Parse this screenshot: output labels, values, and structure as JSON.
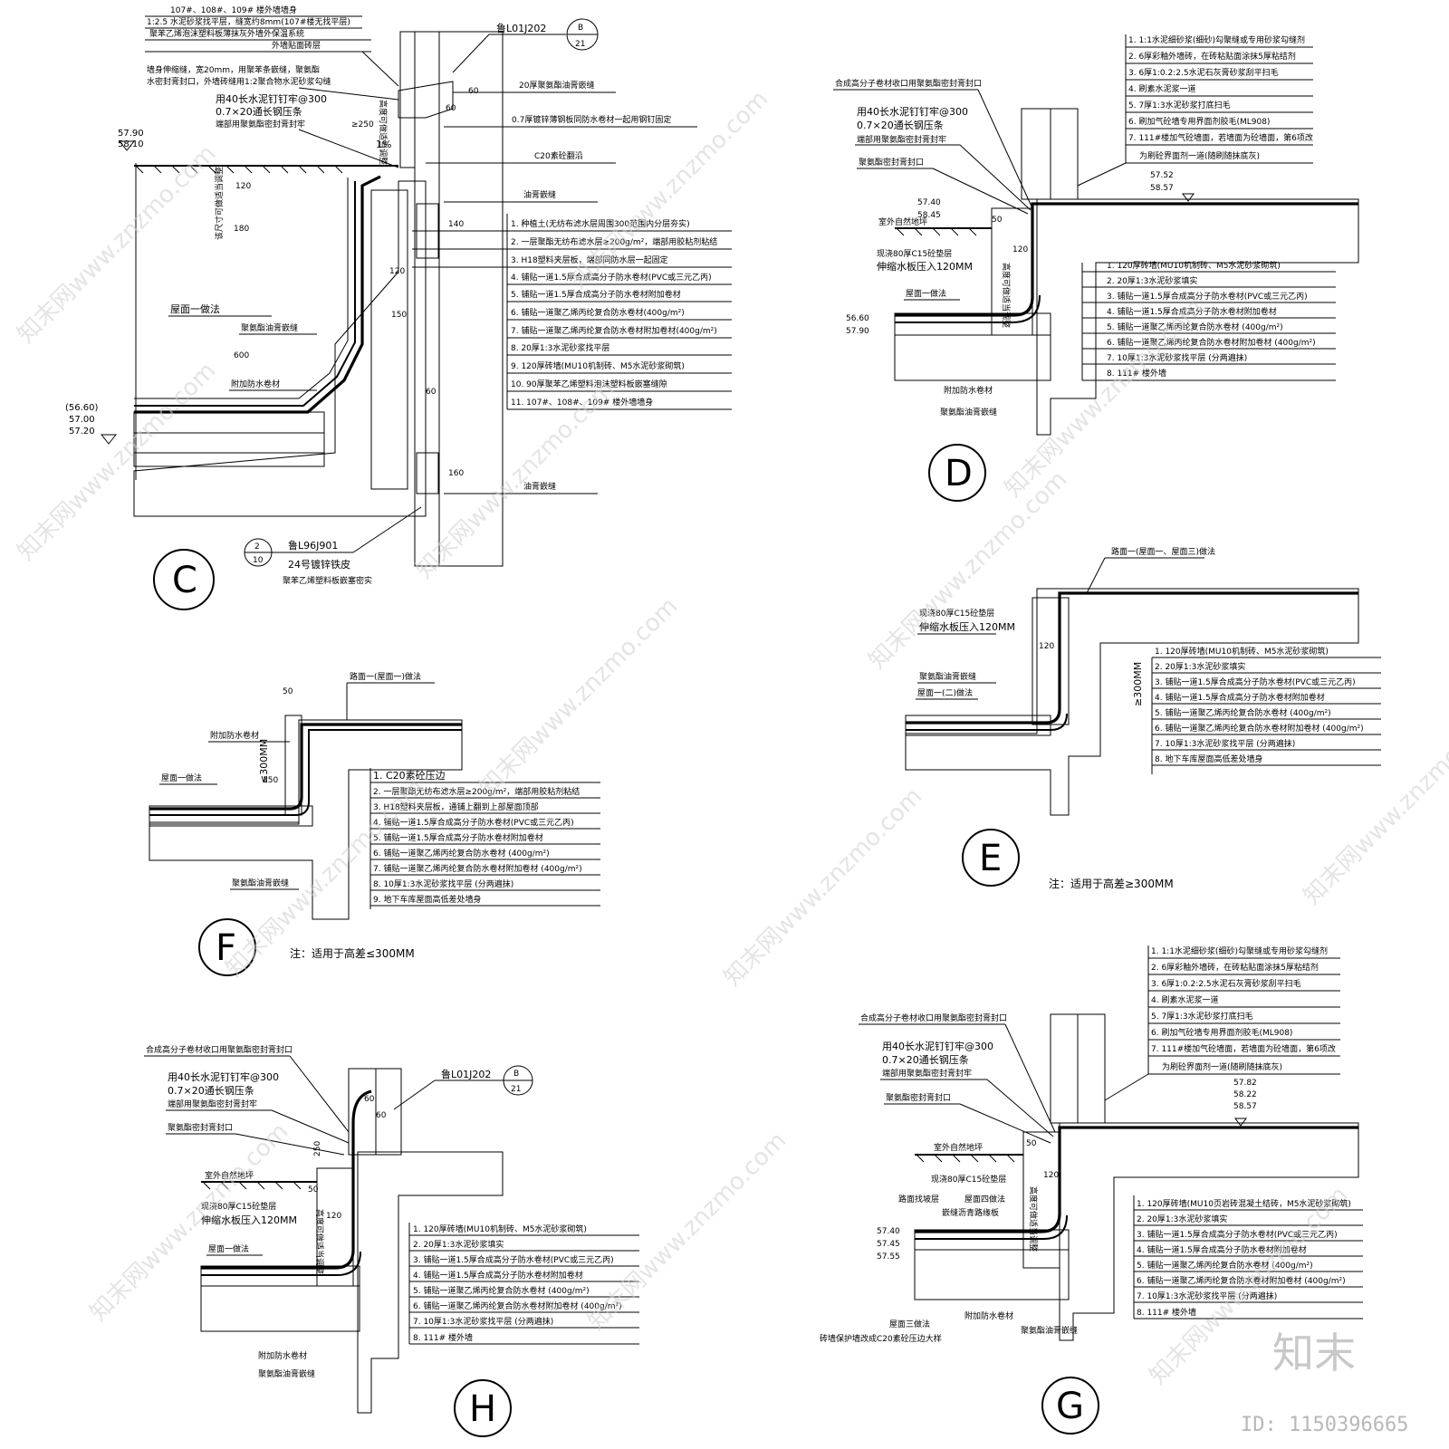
{
  "details": {
    "C": {
      "label": "C",
      "top_notes": [
        "107#、108#、109# 楼外墙墙身",
        "1:2.5 水泥砂浆找平层，缝宽约8mm(107#楼无找平层)",
        "聚苯乙烯泡沫塑料板薄抹灰外墙外保温系统",
        "外墙贴面砖层",
        "墙身伸缩缝，宽20mm，用聚苯条嵌缝，聚氨酯",
        "水密封膏封口，外墙砖缝用1:2聚合物水泥砂浆勾缝",
        "用40长水泥钉钉牢@300",
        "0.7×20通长钢压条",
        "端部用聚氨酯密封膏封牢"
      ],
      "right_notes": [
        "20厚聚氨酯油膏嵌缝",
        "0.7厚镀锌薄钢板同防水卷材一起用钢钉固定",
        "C20素砼翻沿",
        "油膏嵌缝",
        "油膏嵌缝"
      ],
      "ref_code": "鲁L01J202",
      "ref_top": "B",
      "ref_bottom": "21",
      "ref2_code": "鲁L96J901",
      "ref2_top": "2",
      "ref2_bottom": "10",
      "ref2_lines": [
        "24号镀锌铁皮",
        "聚苯乙烯塑料板嵌塞密实"
      ],
      "elevations_top": [
        "57.90",
        "58.10"
      ],
      "elevations_bottom": [
        "(56.60)",
        "57.00",
        "57.20"
      ],
      "dims": [
        "60",
        "60",
        "≥250",
        "1%",
        "120",
        "180",
        "140",
        "120",
        "150",
        "60",
        "600",
        "160"
      ],
      "vertical_note_1": "高度可做适当调整",
      "vertical_note_2": "该尺寸可做适当调整",
      "side_labels": [
        "屋面一做法",
        "聚氨酯油膏嵌缝",
        "附加防水卷材"
      ],
      "layers": [
        "1. 种植土(无纺布滤水层周围300范围内分层夯实)",
        "2. 一层聚酯无纺布滤水层≥200g/m²，端部用胶粘剂粘结",
        "3. H18塑料夹层板，端部同防水层一起固定",
        "4. 铺贴一道1.5厚合成高分子防水卷材(PVC或三元乙丙)",
        "5. 铺贴一道1.5厚合成高分子防水卷材附加卷材",
        "6. 铺贴一道聚乙烯丙纶复合防水卷材(400g/m²)",
        "7. 铺贴一道聚乙烯丙纶复合防水卷材附加卷材(400g/m²)",
        "8. 20厚1:3水泥砂浆找平层",
        "9. 120厚砖墙(MU10机制砖、M5水泥砂浆砌筑)",
        "10. 90厚聚苯乙烯塑料泡沫塑料板嵌塞缝隙",
        "11. 107#、108#、109# 楼外墙墙身"
      ]
    },
    "D": {
      "label": "D",
      "top_layers": [
        "1. 1:1水泥细砂浆(细砂)勾聚缝或专用砂浆勾缝剂",
        "2. 6厚彩釉外墙砖，在砖粘贴面涂抹5厚粘结剂",
        "3. 6厚1:0.2:2.5水泥石灰膏砂浆刮平扫毛",
        "4. 刷素水泥浆一道",
        "5. 7厚1:3水泥砂浆打底扫毛",
        "6. 刷加气砼墙专用界面剂胶毛(ML908)",
        "7. 111#楼加气砼墙面，若墙面为砼墙面，第6项改",
        "为刷砼界面剂一道(随刷随抹底灰)"
      ],
      "notes": [
        "合成高分子卷材收口用聚氨酯密封膏封口",
        "用40长水泥钉钉牢@300",
        "0.7×20通长钢压条",
        "端部用聚氨酯密封膏封牢",
        "聚氨酯密封膏封口"
      ],
      "ground_label": "室外自然地坪",
      "slab_note_1": "现浇80厚C15砼垫层",
      "slab_note_2": "伸缩水板压入120MM",
      "roof_label": "屋面一做法",
      "bottom_labels": [
        "附加防水卷材",
        "聚氨酯油膏嵌缝"
      ],
      "vertical_note": "高度可做适当调整",
      "elev_top": [
        "57.52",
        "58.57"
      ],
      "elev_mid": [
        "57.40",
        "58.45"
      ],
      "elev_low": [
        "56.60",
        "57.90"
      ],
      "dims": [
        "50",
        "120"
      ],
      "layers": [
        "1. 120厚砖墙(MU10机制砖、M5水泥砂浆砌筑)",
        "2. 20厚1:3水泥砂浆填实",
        "3. 铺贴一道1.5厚合成高分子防水卷材(PVC或三元乙丙)",
        "4. 铺贴一道1.5厚合成高分子防水卷材附加卷材",
        "5. 铺贴一道聚乙烯丙纶复合防水卷材 (400g/m²)",
        "6. 铺贴一道聚乙烯丙纶复合防水卷材附加卷材 (400g/m²)",
        "7. 10厚1:3水泥砂浆找平层 (分两遍抹)",
        "8. 111# 楼外墙"
      ]
    },
    "E": {
      "label": "E",
      "top_note": "路面一(屋面一、屋面三)做法",
      "slab_note_1": "现浇80厚C15砼垫层",
      "slab_note_2": "伸缩水板压入120MM",
      "side_labels": [
        "聚氨酯油膏嵌缝",
        "屋面一(二)做法"
      ],
      "dims": [
        "120",
        "≥300MM"
      ],
      "layers": [
        "1. 120厚砖墙(MU10机制砖、M5水泥砂浆砌筑)",
        "2. 20厚1:3水泥砂浆填实",
        "3. 铺贴一道1.5厚合成高分子防水卷材(PVC或三元乙丙)",
        "4. 铺贴一道1.5厚合成高分子防水卷材附加卷材",
        "5. 铺贴一道聚乙烯丙纶复合防水卷材 (400g/m²)",
        "6. 铺贴一道聚乙烯丙纶复合防水卷材附加卷材 (400g/m²)",
        "7. 10厚1:3水泥砂浆找平层 (分两遍抹)",
        "8. 地下车库屋面高低差处墙身"
      ],
      "footnote": "注：适用于高差≥300MM"
    },
    "F": {
      "label": "F",
      "top_note": "路面一(屋面一)做法",
      "side_labels": [
        "附加防水卷材",
        "屋面一做法",
        "聚氨酯油膏嵌缝"
      ],
      "dims": [
        "50",
        "≤300MM",
        "150"
      ],
      "layers": [
        "1. C20素砼压边",
        "2. 一层聚酯无纺布滤水层≥200g/m²，端部用胶粘剂粘结",
        "3. H18塑料夹层板，通铺上翻到上部屋面顶部",
        "4. 铺贴一道1.5厚合成高分子防水卷材(PVC或三元乙丙)",
        "5. 铺贴一道1.5厚合成高分子防水卷材附加卷材",
        "6. 铺贴一道聚乙烯丙纶复合防水卷材 (400g/m²)",
        "7. 铺贴一道聚乙烯丙纶复合防水卷材附加卷材 (400g/m²)",
        "8. 10厚1:3水泥砂浆找平层 (分两遍抹)",
        "9. 地下车库屋面高低差处墙身"
      ],
      "footnote": "注：适用于高差≤300MM"
    },
    "H": {
      "label": "H",
      "notes": [
        "合成高分子卷材收口用聚氨酯密封膏封口",
        "用40长水泥钉钉牢@300",
        "0.7×20通长钢压条",
        "端部用聚氨酯密封膏封牢",
        "聚氨酯密封膏封口"
      ],
      "ref_code": "鲁L01J202",
      "ref_top": "B",
      "ref_bottom": "21",
      "ground_label": "室外自然地坪",
      "slab_note_1": "现浇80厚C15砼垫层",
      "slab_note_2": "伸缩水板压入120MM",
      "roof_label": "屋面一做法",
      "bottom_labels": [
        "附加防水卷材",
        "聚氨酯油膏嵌缝"
      ],
      "vertical_note": "高度可做适当调整",
      "dims": [
        "60",
        "60",
        "250",
        "50",
        "120"
      ],
      "layers": [
        "1. 120厚砖墙(MU10机制砖、M5水泥砂浆砌筑)",
        "2. 20厚1:3水泥砂浆填实",
        "3. 铺贴一道1.5厚合成高分子防水卷材(PVC或三元乙丙)",
        "4. 铺贴一道1.5厚合成高分子防水卷材附加卷材",
        "5. 铺贴一道聚乙烯丙纶复合防水卷材 (400g/m²)",
        "6. 铺贴一道聚乙烯丙纶复合防水卷材附加卷材 (400g/m²)",
        "7. 10厚1:3水泥砂浆找平层 (分两遍抹)",
        "8. 111# 楼外墙"
      ]
    },
    "G": {
      "label": "G",
      "top_layers": [
        "1. 1:1水泥细砂浆(细砂)勾聚缝或专用砂浆勾缝剂",
        "2. 6厚彩釉外墙砖，在砖粘贴面涂抹5厚粘结剂",
        "3. 6厚1:0.2:2.5水泥石灰膏砂浆刮平扫毛",
        "4. 刷素水泥浆一道",
        "5. 7厚1:3水泥砂浆打底扫毛",
        "6. 刷加气砼墙专用界面剂胶毛(ML908)",
        "7. 111#楼加气砼墙面，若墙面为砼墙面，第6项改",
        "为刷砼界面剂一道(随刷随抹底灰)"
      ],
      "notes": [
        "合成高分子卷材收口用聚氨酯密封膏封口",
        "用40长水泥钉钉牢@300",
        "0.7×20通长钢压条",
        "端部用聚氨酯密封膏封牢",
        "聚氨酯密封膏封口"
      ],
      "ground_label": "室外自然地坪",
      "slab_note": "现浇80厚C15砼垫层",
      "road_labels": [
        "路面找坡层",
        "屋面四做法",
        "嵌缝沥青路缘板"
      ],
      "elev_top": [
        "57.82",
        "58.22",
        "58.57"
      ],
      "elev_left": [
        "57.40",
        "57.45",
        "57.55"
      ],
      "bottom_labels": [
        "屋面三做法",
        "附加防水卷材",
        "聚氨酯油膏嵌缝"
      ],
      "bottom_note": "砖墙保护墙改成C20素砼压边大样",
      "vertical_note": "高度可做适当调整",
      "dims": [
        "50",
        "120"
      ],
      "layers": [
        "1. 120厚砖墙(MU10页岩砖混凝土结砖，M5水泥砂浆砌筑)",
        "2. 20厚1:3水泥砂浆填实",
        "3. 铺贴一道1.5厚合成高分子防水卷材(PVC或三元乙丙)",
        "4. 铺贴一道1.5厚合成高分子防水卷材附加卷材",
        "5. 铺贴一道聚乙烯丙纶复合防水卷材 (400g/m²)",
        "6. 铺贴一道聚乙烯丙纶复合防水卷材附加卷材 (400g/m²)",
        "7. 10厚1:3水泥砂浆找平层 (分两遍抹)",
        "8. 111# 楼外墙"
      ]
    }
  },
  "watermark": "知末网www.znzmo.com",
  "brand": "知末",
  "id_text": "ID: 1150396665",
  "colors": {
    "line": "#000000",
    "watermark": "#cfcfcf",
    "background": "#ffffff"
  }
}
